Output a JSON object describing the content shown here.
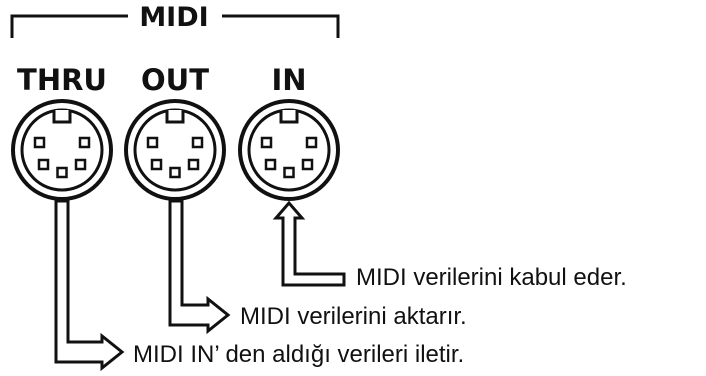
{
  "group_title": "MIDI",
  "ports": [
    {
      "label": "THRU",
      "description": "MIDI IN’ den aldığı verileri iletir."
    },
    {
      "label": "OUT",
      "description": "MIDI verilerini aktarır."
    },
    {
      "label": "IN",
      "description": "MIDI verilerini kabul eder."
    }
  ],
  "colors": {
    "ink": "#111111",
    "background": "#ffffff"
  }
}
